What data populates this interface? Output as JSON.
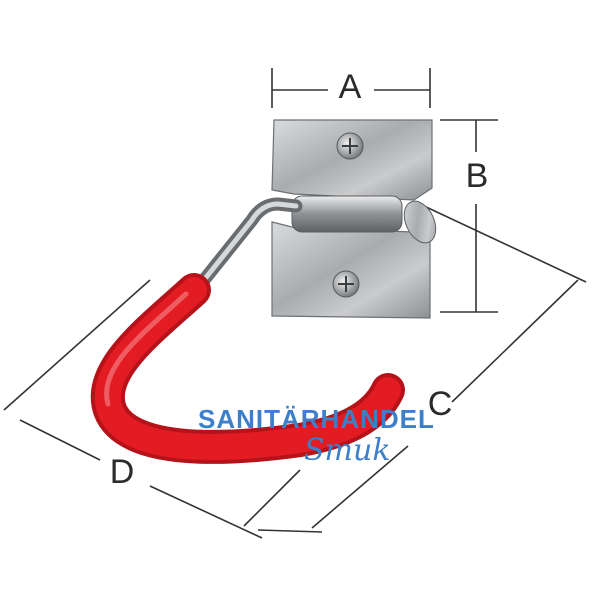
{
  "dimensions": {
    "a": "A",
    "b": "B",
    "c": "C",
    "d": "D"
  },
  "watermark": {
    "line1": "SANITÄRHANDEL",
    "line2": "Smuk",
    "color": "#3d7fc8"
  },
  "colors": {
    "sleeve": "#e31b23",
    "metal": "#b9bcbf",
    "dimension_lines": "#333333"
  },
  "icons": {
    "product": "wall-hook-icon",
    "screw": "screw-icon"
  }
}
